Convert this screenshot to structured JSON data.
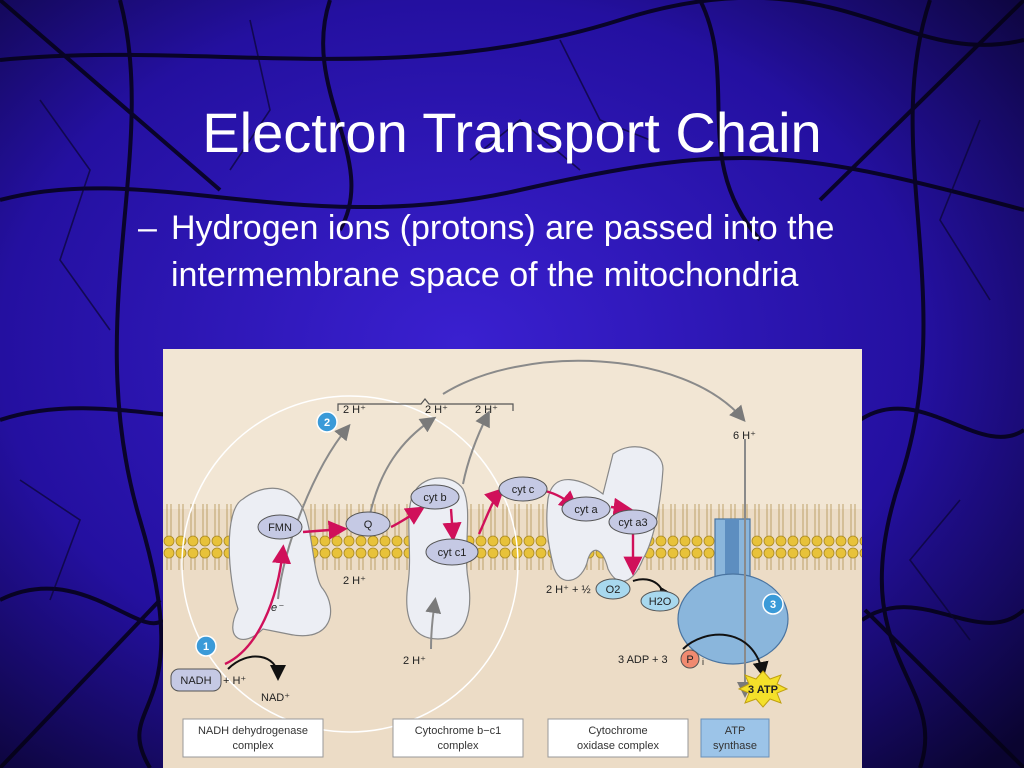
{
  "slide": {
    "title": "Electron Transport Chain",
    "bullet_dash": "–",
    "bullet_text": "Hydrogen ions (protons) are passed into the intermembrane space of the mitochondria"
  },
  "diagram": {
    "step_badges": [
      "1",
      "2",
      "3"
    ],
    "proton_labels": {
      "top_1": "2 H⁺",
      "top_2": "2 H⁺",
      "top_3": "2 H⁺",
      "synthase_in": "6 H⁺",
      "matrix_q": "2 H⁺",
      "matrix_cyt": "2 H⁺"
    },
    "carriers": {
      "fmn": "FMN",
      "q": "Q",
      "cyt_b": "cyt b",
      "cyt_c1": "cyt c1",
      "cyt_c": "cyt c",
      "cyt_a": "cyt a",
      "cyt_a3": "cyt a3"
    },
    "electron": "e⁻",
    "nadh": "NADH",
    "plus_h": "+ H⁺",
    "nad_plus": "NAD⁺",
    "water_reaction": "2 H⁺ + ½",
    "o2": "O2",
    "h2o": "H2O",
    "adp": "3 ADP + 3",
    "pi": "P",
    "pi_sub": "i",
    "atp": "3 ATP",
    "complexes": [
      [
        "NADH dehydrogenase",
        "complex"
      ],
      [
        "Cytochrome b−c1",
        "complex"
      ],
      [
        "Cytochrome",
        "oxidase complex"
      ],
      [
        "ATP",
        "synthase"
      ]
    ],
    "colors": {
      "panel": "#ecdcc6",
      "membrane_head": "#e8c23a",
      "protein": "#eceef4",
      "carrier": "#c5c9e4",
      "badge": "#3a9ad8",
      "electron_path": "#d0105a",
      "synthase": "#8ab6dc",
      "atp_star": "#f4e02a"
    }
  }
}
